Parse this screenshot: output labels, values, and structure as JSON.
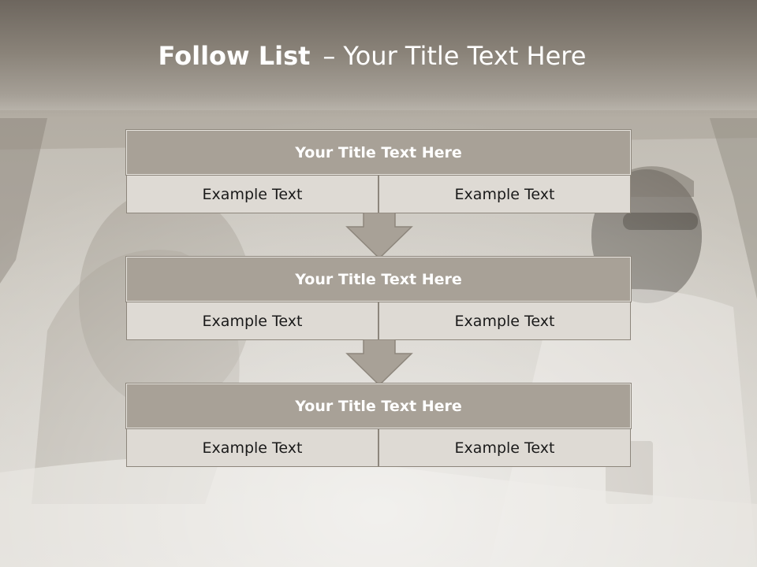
{
  "slide": {
    "title_bold": "Follow List",
    "title_dash": "–",
    "title_rest": "Your Title Text Here"
  },
  "blocks": [
    {
      "title": "Your Title Text Here",
      "left_text": "Example Text",
      "right_text": "Example Text"
    },
    {
      "title": "Your Title Text Here",
      "left_text": "Example Text",
      "right_text": "Example Text"
    },
    {
      "title": "Your Title Text Here",
      "left_text": "Example Text",
      "right_text": "Example Text"
    }
  ],
  "colors": {
    "header_fill": "#a8a197",
    "cell_fill": "#dedad4",
    "arrow_fill": "#a8a197",
    "title_band": "#7a7369"
  }
}
